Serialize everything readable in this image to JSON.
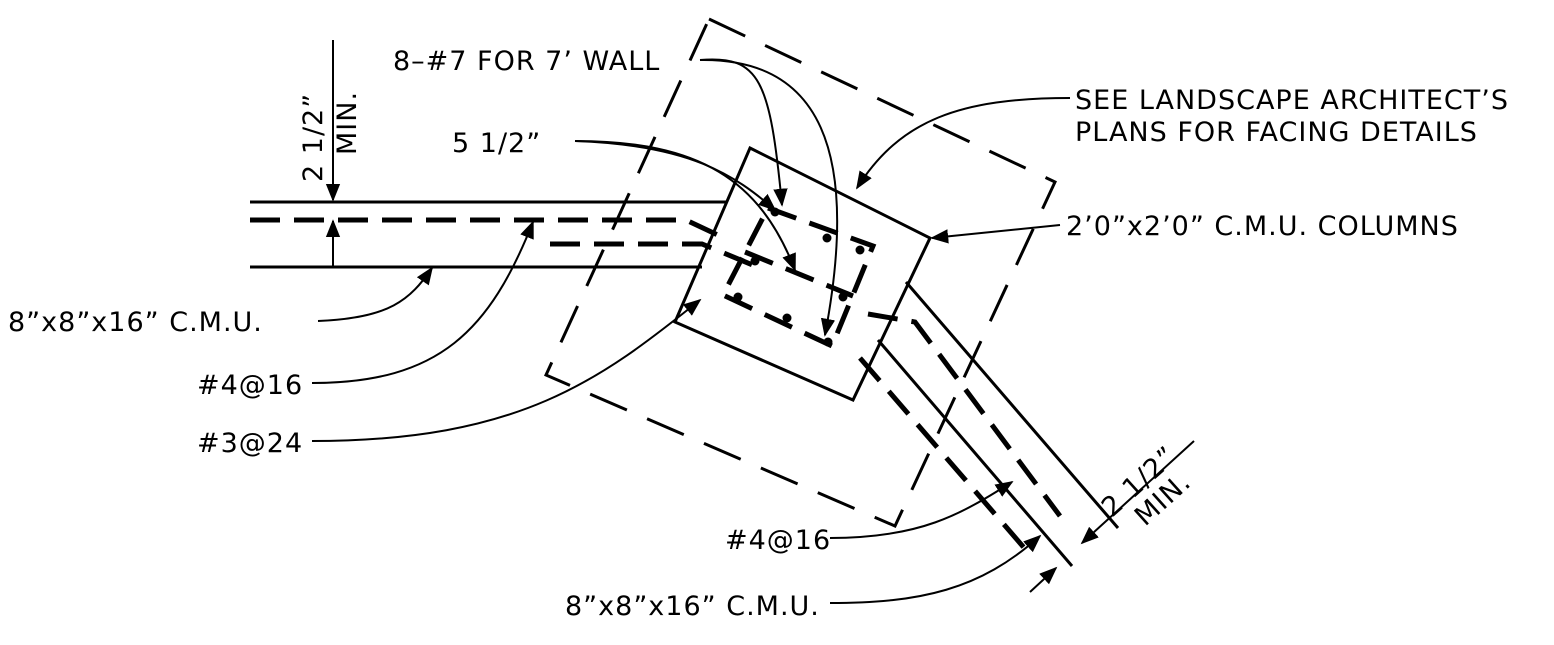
{
  "labels": {
    "bars_7ft_wall": "8–#7 FOR 7’ WALL",
    "landscape_line1": "SEE LANDSCAPE ARCHITECT’S",
    "landscape_line2": "PLANS FOR FACING DETAILS",
    "bar_spacing": "5 1/2”",
    "columns": "2’0”x2’0” C.M.U. COLUMNS",
    "cmu_left": "8”x8”x16” C.M.U.",
    "rebar_left": "#4@16",
    "ties": "#3@24",
    "rebar_right": "#4@16",
    "cmu_right": "8”x8”x16” C.M.U.",
    "dim_left_value": "2 1/2”",
    "dim_left_min": "MIN.",
    "dim_right_value": "2 1/2”",
    "dim_right_min": "MIN."
  }
}
